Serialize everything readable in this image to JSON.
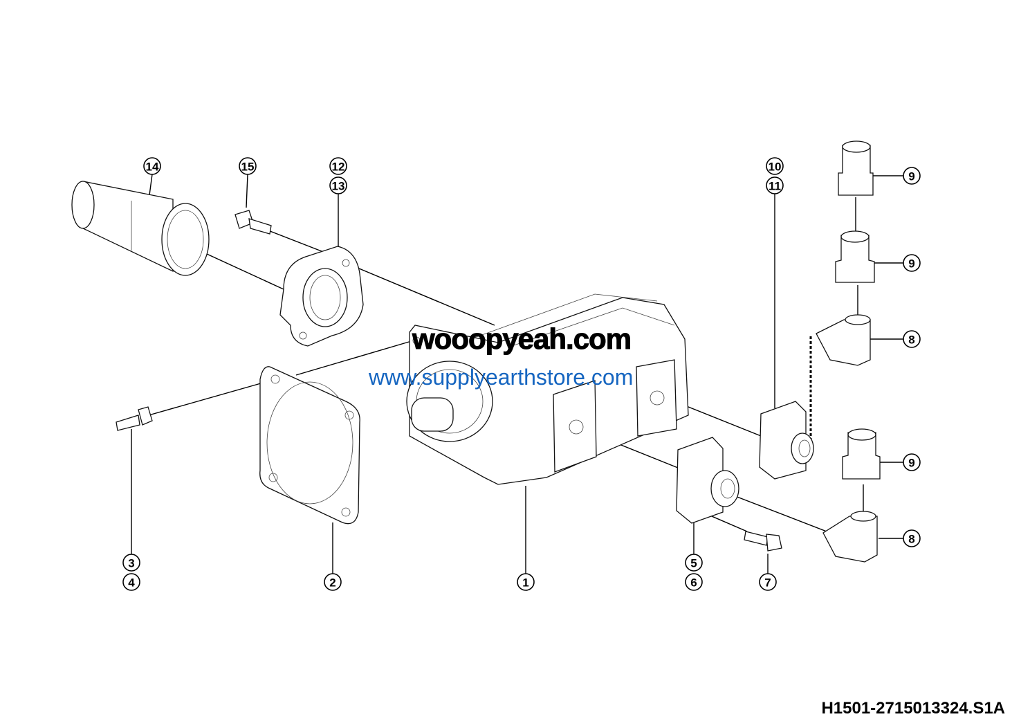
{
  "diagram": {
    "callouts": [
      {
        "label": "14"
      },
      {
        "label": "15"
      },
      {
        "label": "12"
      },
      {
        "label": "13"
      },
      {
        "label": "10"
      },
      {
        "label": "11"
      },
      {
        "label": "9"
      },
      {
        "label": "9"
      },
      {
        "label": "8"
      },
      {
        "label": "9"
      },
      {
        "label": "8"
      },
      {
        "label": "3"
      },
      {
        "label": "4"
      },
      {
        "label": "2"
      },
      {
        "label": "1"
      },
      {
        "label": "5"
      },
      {
        "label": "6"
      },
      {
        "label": "7"
      }
    ],
    "drawing_code": "H1501-2715013324.S1A"
  },
  "watermarks": {
    "black": "wooopyeah.com",
    "blue": "www.supplyearthstore.com"
  }
}
